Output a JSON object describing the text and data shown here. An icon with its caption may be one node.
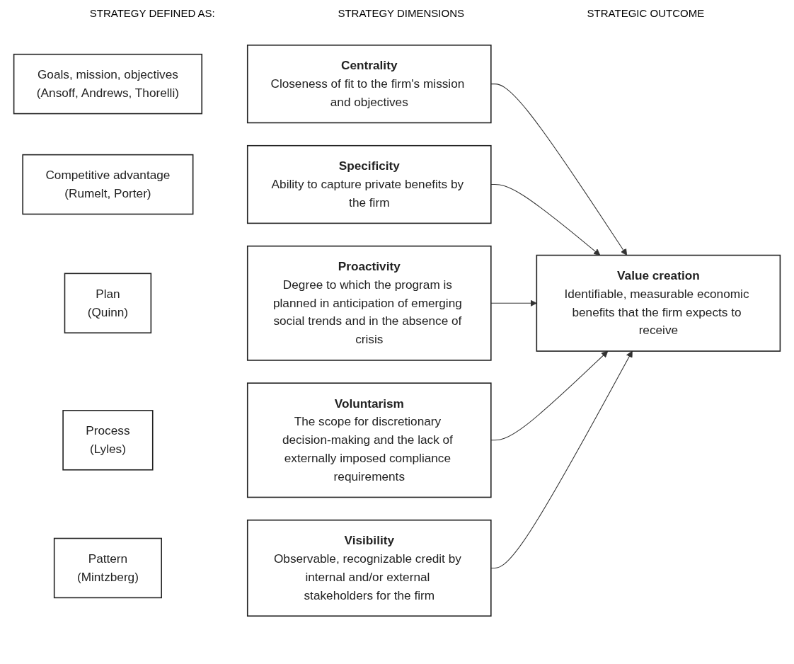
{
  "diagram": {
    "nodes": [
      {
        "text": [
          "Goals, mission, objectives",
          "(Ansoff, Andrews, Thorelli)"
        ]
      },
      {
        "text": [
          "Competitive advantage",
          "(Rumelt, Porter)"
        ]
      },
      {
        "text": [
          "Plan",
          "(Quinn)"
        ]
      },
      {
        "text": [
          "Process",
          "(Lyles)"
        ]
      },
      {
        "text": [
          "Pattern",
          "(Mintzberg)"
        ]
      },
      {
        "text": [
          "Centrality",
          "Closeness of fit to the firm's mission and objectives"
        ]
      },
      {
        "text": [
          "Specificity",
          "Ability to capture private benefits by the firm"
        ]
      },
      {
        "text": [
          "Proactivity",
          "Degree to which the program is planned in anticipation of emerging social trends and in the absence of crisis"
        ]
      },
      {
        "text": [
          "Voluntarism",
          "The scope for discretionary decision-making and the lack of externally imposed compliance requirements"
        ]
      },
      {
        "text": [
          "Visibility",
          "Observable, recognizable credit by internal and/or external stakeholders for the firm"
        ]
      },
      {
        "text": [
          "Value creation",
          "Identifiable, measurable economic benefits that the firm expects to receive"
        ]
      }
    ],
    "edges": [
      {
        "from": 5,
        "to": 10,
        "arrow": "to"
      },
      {
        "from": 6,
        "to": 10,
        "arrow": "to"
      },
      {
        "from": 7,
        "to": 10,
        "arrow": "to"
      },
      {
        "from": 8,
        "to": 10,
        "arrow": "to"
      },
      {
        "from": 9,
        "to": 10,
        "arrow": "to"
      }
    ],
    "labels": [
      "STRATEGY DEFINED AS:",
      "STRATEGY DIMENSIONS",
      "STRATEGIC OUTCOME"
    ]
  }
}
